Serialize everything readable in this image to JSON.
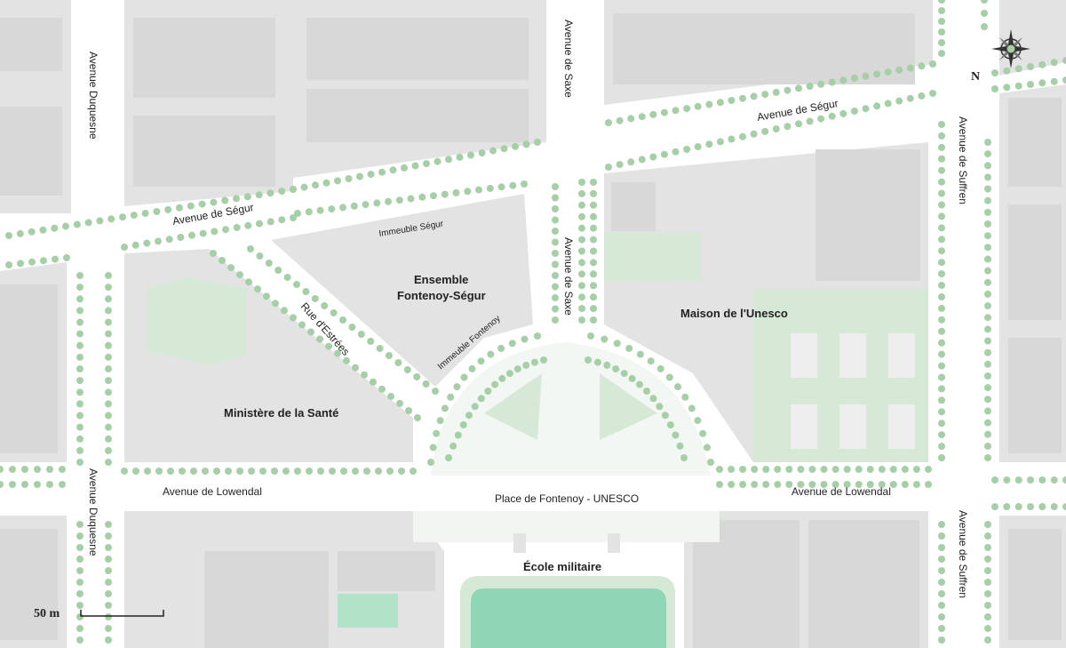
{
  "map": {
    "colors": {
      "background": "#ffffff",
      "block": "#e3e3e3",
      "building": "#d8d8d8",
      "green": "#d5e9d6",
      "stadium": "#8fd6b6",
      "tree": "#a6cfa7",
      "label": "#222222"
    },
    "streets": {
      "avenue_duquesne_top": "Avenue Duquesne",
      "avenue_duquesne_bottom": "Avenue Duquesne",
      "avenue_de_saxe_top": "Avenue de Saxe",
      "avenue_de_saxe_mid": "Avenue de Saxe",
      "avenue_de_segur_left": "Avenue de Ségur",
      "avenue_de_segur_right": "Avenue de Ségur",
      "avenue_de_suffren_top": "Avenue de Suffren",
      "avenue_de_suffren_bottom": "Avenue de Suffren",
      "avenue_de_lowendal_left": "Avenue de Lowendal",
      "avenue_de_lowendal_right": "Avenue de Lowendal",
      "rue_d_estrees": "Rue d'Estrées",
      "place_de_fontenoy": "Place de Fontenoy - UNESCO"
    },
    "buildings": {
      "immeuble_segur": "Immeuble Ségur",
      "immeuble_fontenoy": "Immeuble Fontenoy",
      "ensemble_line1": "Ensemble",
      "ensemble_line2": "Fontenoy-Ségur",
      "ministere": "Ministère de la Santé",
      "maison_unesco": "Maison de l'Unesco",
      "ecole_militaire": "École militaire"
    },
    "compass_label": "N",
    "scale_label": "50 m",
    "compass_icon": "compass-rose-icon"
  }
}
